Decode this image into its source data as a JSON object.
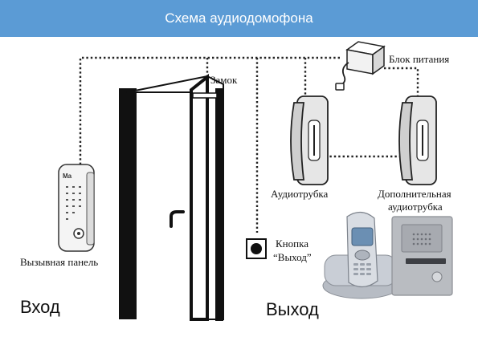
{
  "title": "Схема аудиодомофона",
  "labels": {
    "power_unit": "Блок питания",
    "lock": "Замок",
    "handset": "Аудиотрубка",
    "extra_handset_line1": "Дополнительная",
    "extra_handset_line2": "аудиотрубка",
    "exit_button_line1": "Кнопка",
    "exit_button_line2": "“Выход”",
    "call_panel": "Вызывная панель",
    "entrance": "Вход",
    "exit": "Выход"
  },
  "colors": {
    "header": "#5b9bd5",
    "wire": "#222222"
  }
}
